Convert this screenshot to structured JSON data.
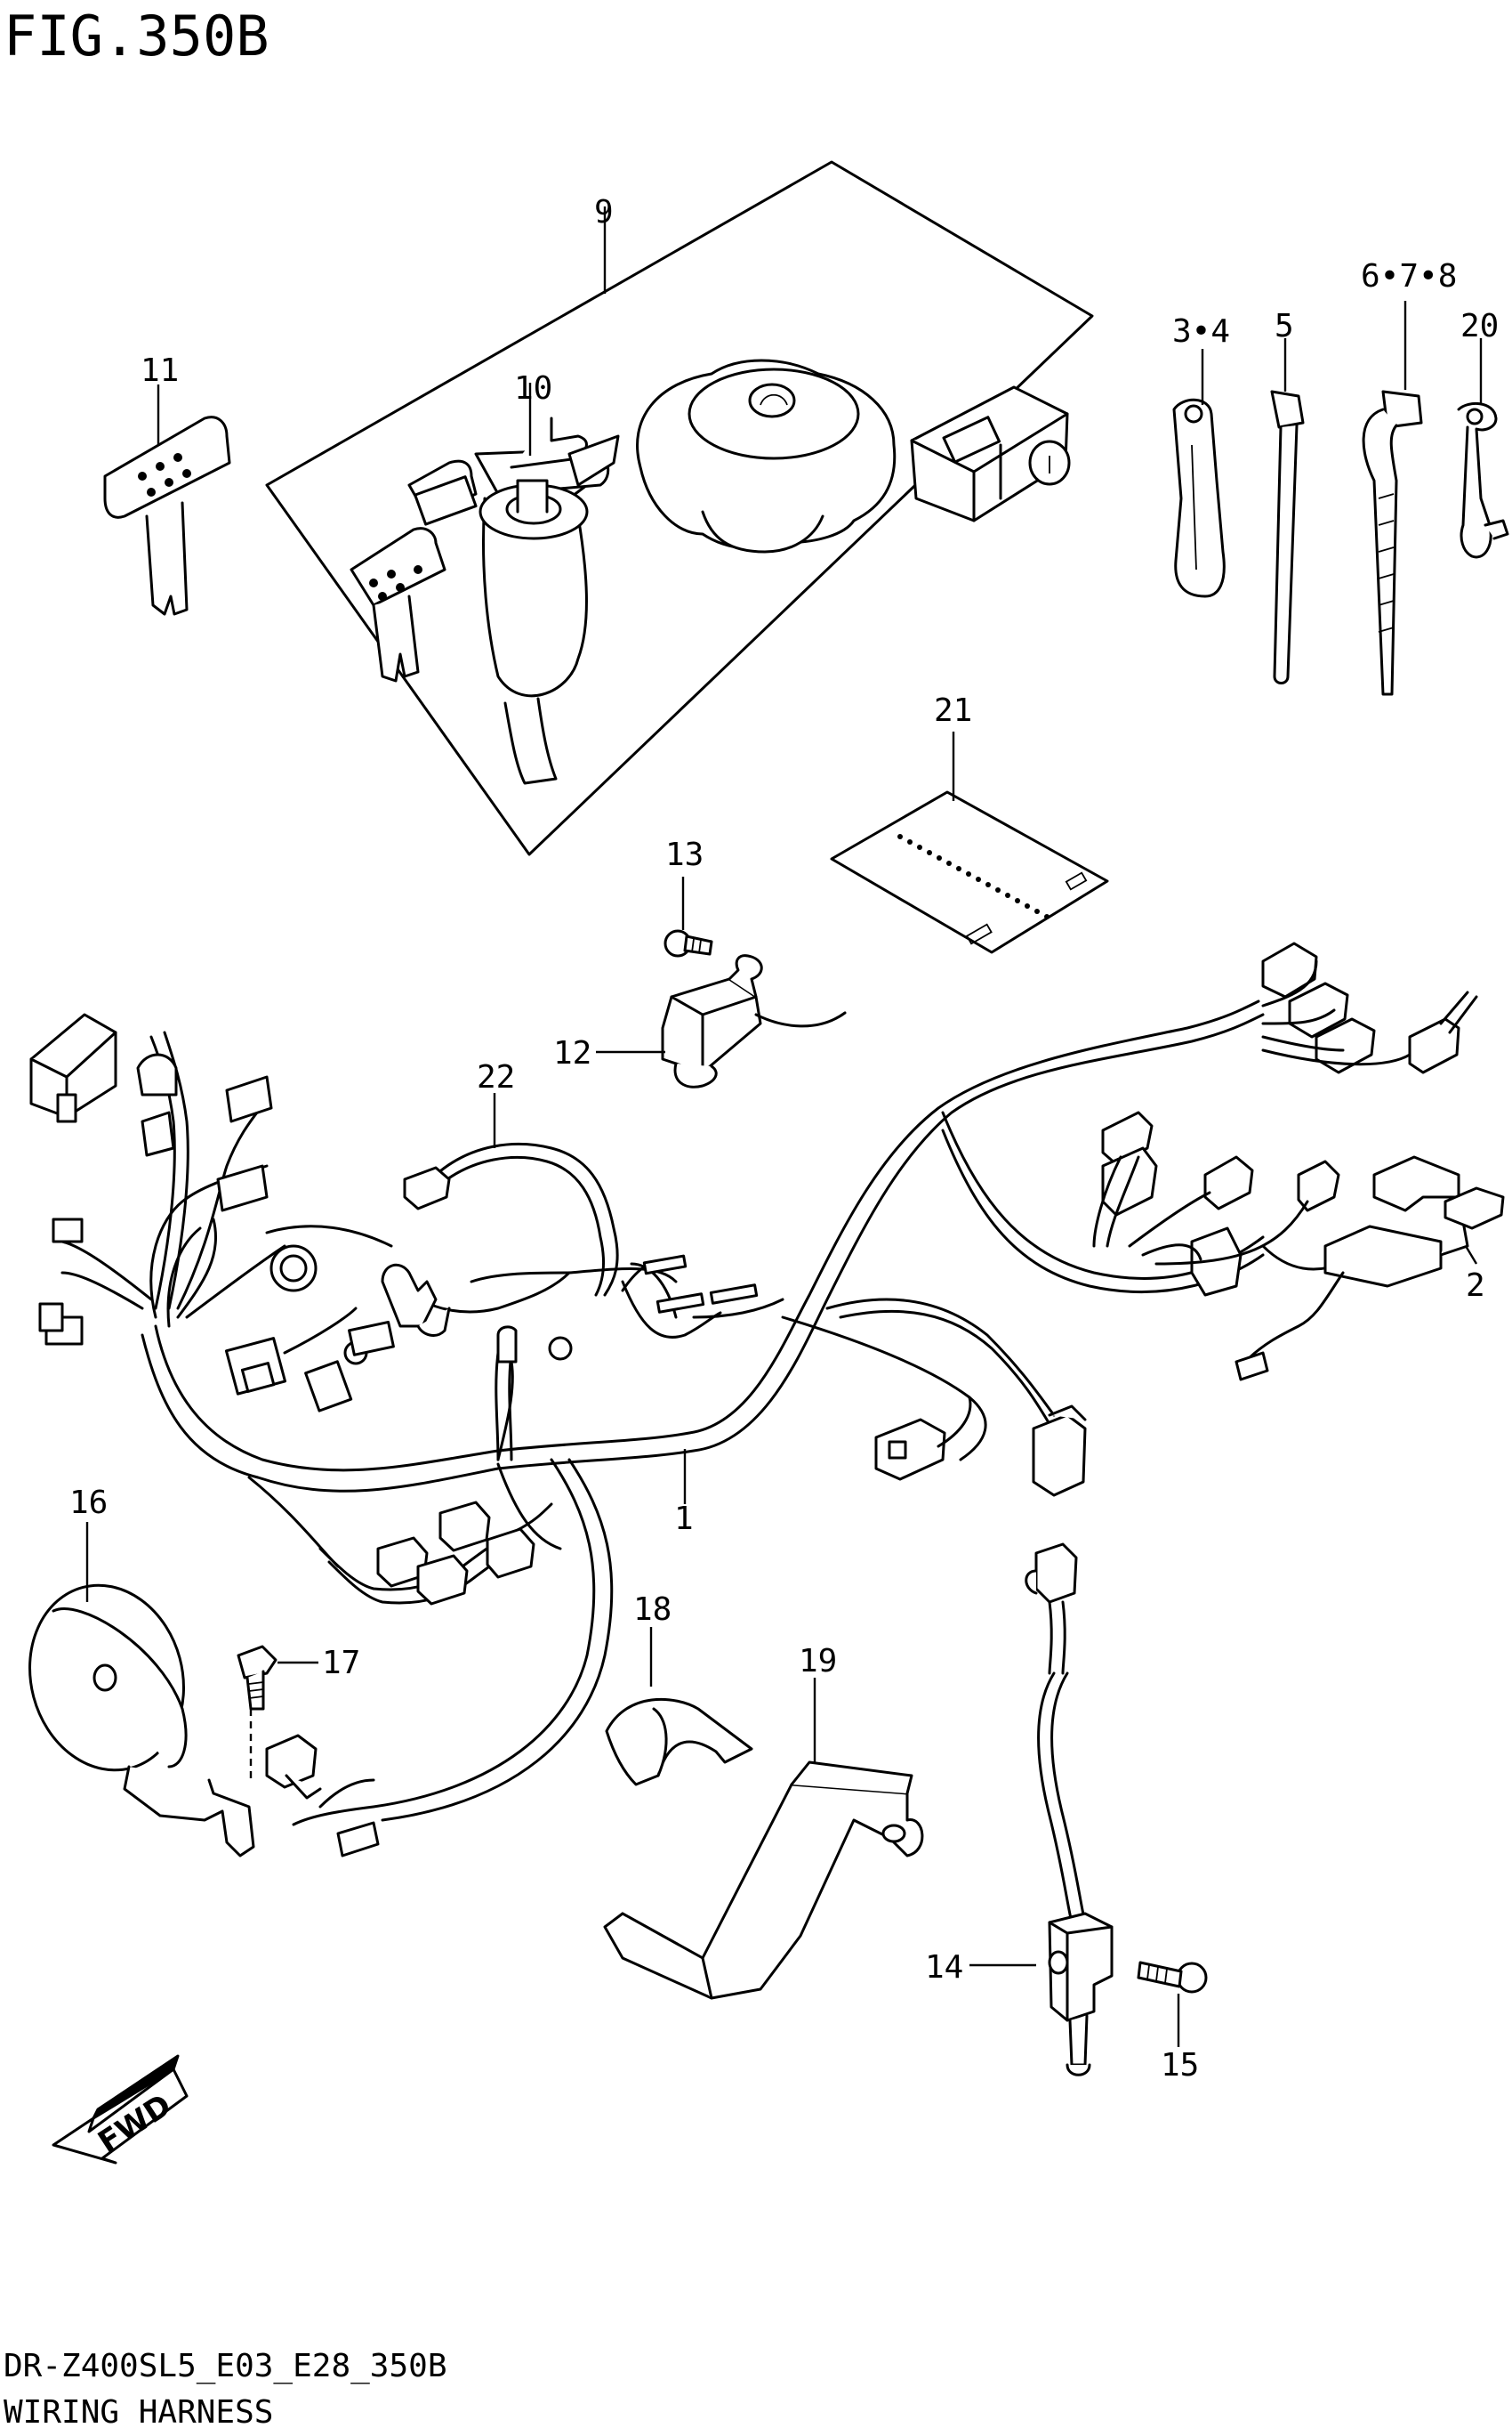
{
  "figure_id": "FIG.350B",
  "footer": {
    "model_code": "DR-Z400SL5_E03_E28_350B",
    "section_title": "WIRING HARNESS"
  },
  "fwd_label": "FWD",
  "callouts": {
    "c1": "1",
    "c2": "2",
    "c3_4": "3•4",
    "c5": "5",
    "c6_7_8": "6•7•8",
    "c9": "9",
    "c10": "10",
    "c11": "11",
    "c12": "12",
    "c13": "13",
    "c14": "14",
    "c15": "15",
    "c16": "16",
    "c17": "17",
    "c18": "18",
    "c19": "19",
    "c20": "20",
    "c21": "21",
    "c22": "22"
  }
}
